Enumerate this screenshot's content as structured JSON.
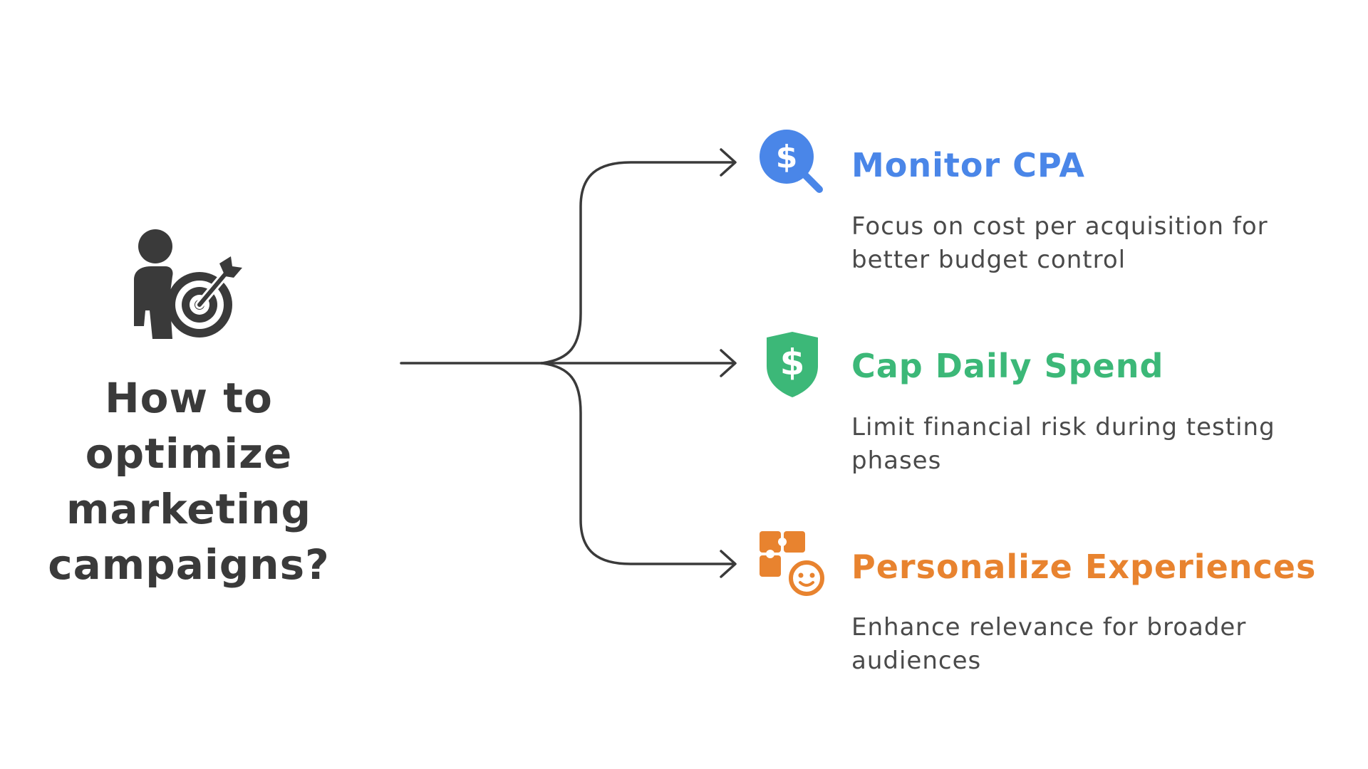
{
  "question": {
    "text": "How to\noptimize\nmarketing\ncampaigns?",
    "icon": "person-target-icon",
    "color": "#3a3a3a"
  },
  "branches": [
    {
      "title": "Monitor CPA",
      "description": "Focus on cost per acquisition for better budget control",
      "icon": "dollar-search-icon",
      "color": "#4a86e8"
    },
    {
      "title": "Cap Daily Spend",
      "description": "Limit financial risk during testing phases",
      "icon": "dollar-shield-icon",
      "color": "#3cb878"
    },
    {
      "title": "Personalize Experiences",
      "description": "Enhance relevance for broader audiences",
      "icon": "puzzle-face-icon",
      "color": "#e8832f"
    }
  ],
  "connector_color": "#3a3a3a"
}
